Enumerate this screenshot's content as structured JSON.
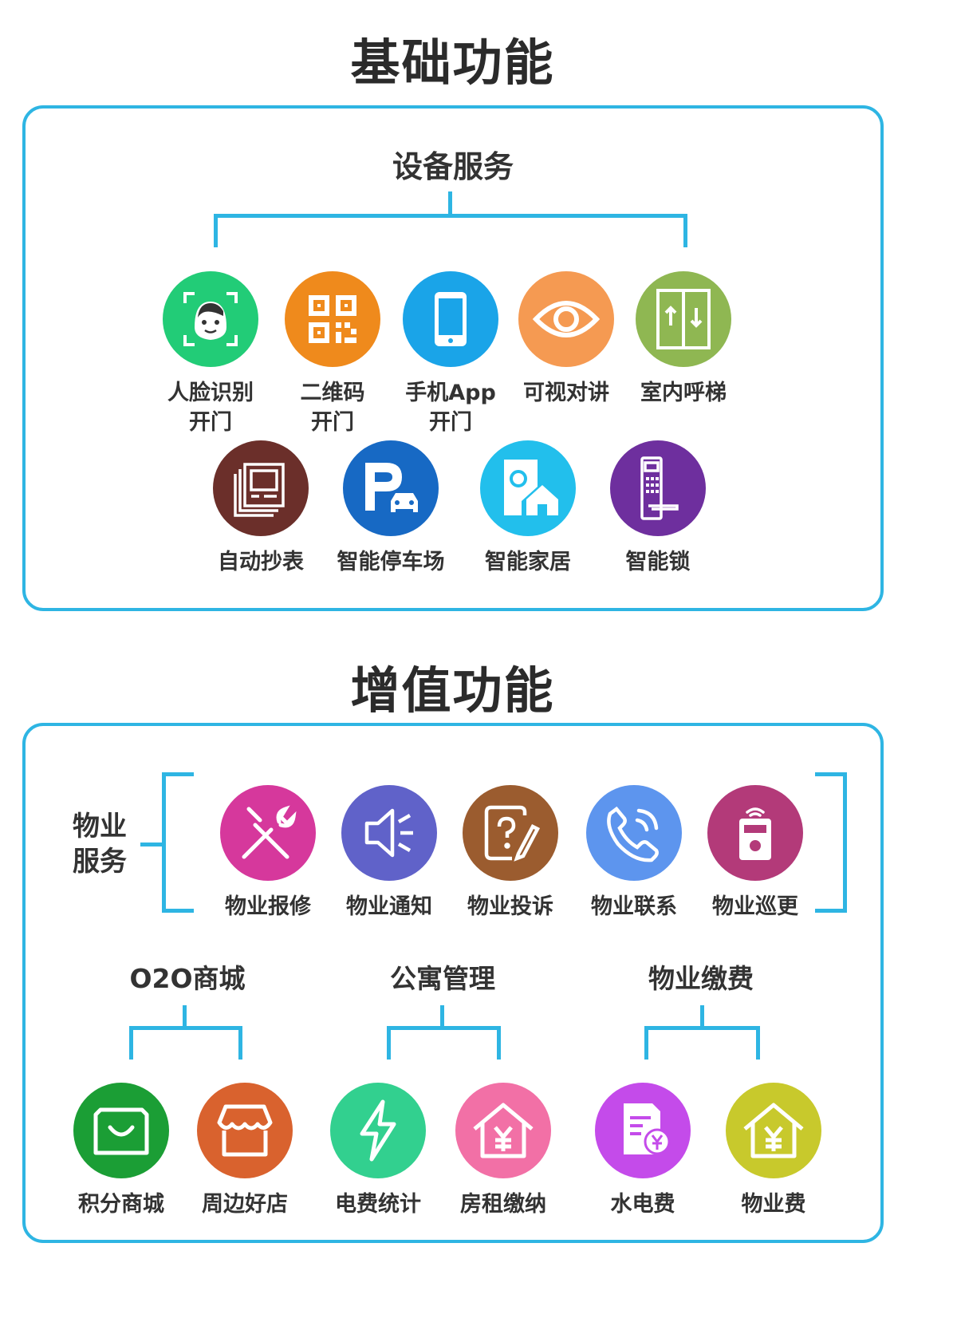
{
  "basic": {
    "title": "基础功能",
    "group_title": "设备服务",
    "items": [
      {
        "line1": "人脸识别",
        "line2": "开门",
        "icon": "face-id-icon",
        "color": "#22cc77"
      },
      {
        "line1": "二维码",
        "line2": "开门",
        "icon": "qr-code-icon",
        "color": "#ef8a1c"
      },
      {
        "line1": "手机App",
        "line2": "开门",
        "icon": "smartphone-icon",
        "color": "#1aa4e8"
      },
      {
        "line1": "可视对讲",
        "line2": "",
        "icon": "eye-icon",
        "color": "#f59a52"
      },
      {
        "line1": "室内呼梯",
        "line2": "",
        "icon": "elevator-icon",
        "color": "#8fb752"
      },
      {
        "line1": "自动抄表",
        "line2": "",
        "icon": "meter-icon",
        "color": "#6b2f2a"
      },
      {
        "line1": "智能停车场",
        "line2": "",
        "icon": "parking-icon",
        "color": "#1769c4"
      },
      {
        "line1": "智能家居",
        "line2": "",
        "icon": "smart-home-icon",
        "color": "#22bfec"
      },
      {
        "line1": "智能锁",
        "line2": "",
        "icon": "smart-lock-icon",
        "color": "#6e2f9e"
      }
    ]
  },
  "value_added": {
    "title": "增值功能",
    "property_service": {
      "title_line1": "物业",
      "title_line2": "服务",
      "items": [
        {
          "label": "物业报修",
          "icon": "wrench-screwdriver-icon",
          "color": "#d6389c"
        },
        {
          "label": "物业通知",
          "icon": "speaker-icon",
          "color": "#6062c9"
        },
        {
          "label": "物业投诉",
          "icon": "complaint-icon",
          "color": "#9b5c2f"
        },
        {
          "label": "物业联系",
          "icon": "phone-call-icon",
          "color": "#5d95ee"
        },
        {
          "label": "物业巡更",
          "icon": "patrol-device-icon",
          "color": "#b33a79"
        }
      ]
    },
    "groups": [
      {
        "title": "O2O商城",
        "items": [
          {
            "label": "积分商城",
            "icon": "shopping-bag-icon",
            "color": "#1b9e35"
          },
          {
            "label": "周边好店",
            "icon": "storefront-icon",
            "color": "#d9622e"
          }
        ]
      },
      {
        "title": "公寓管理",
        "items": [
          {
            "label": "电费统计",
            "icon": "lightning-icon",
            "color": "#32d08f"
          },
          {
            "label": "房租缴纳",
            "icon": "house-yen-icon",
            "color": "#f270a6"
          }
        ]
      },
      {
        "title": "物业缴费",
        "items": [
          {
            "label": "水电费",
            "icon": "bill-yen-icon",
            "color": "#c44bea"
          },
          {
            "label": "物业费",
            "icon": "house-yen-icon",
            "color": "#c8c92c"
          }
        ]
      }
    ]
  }
}
